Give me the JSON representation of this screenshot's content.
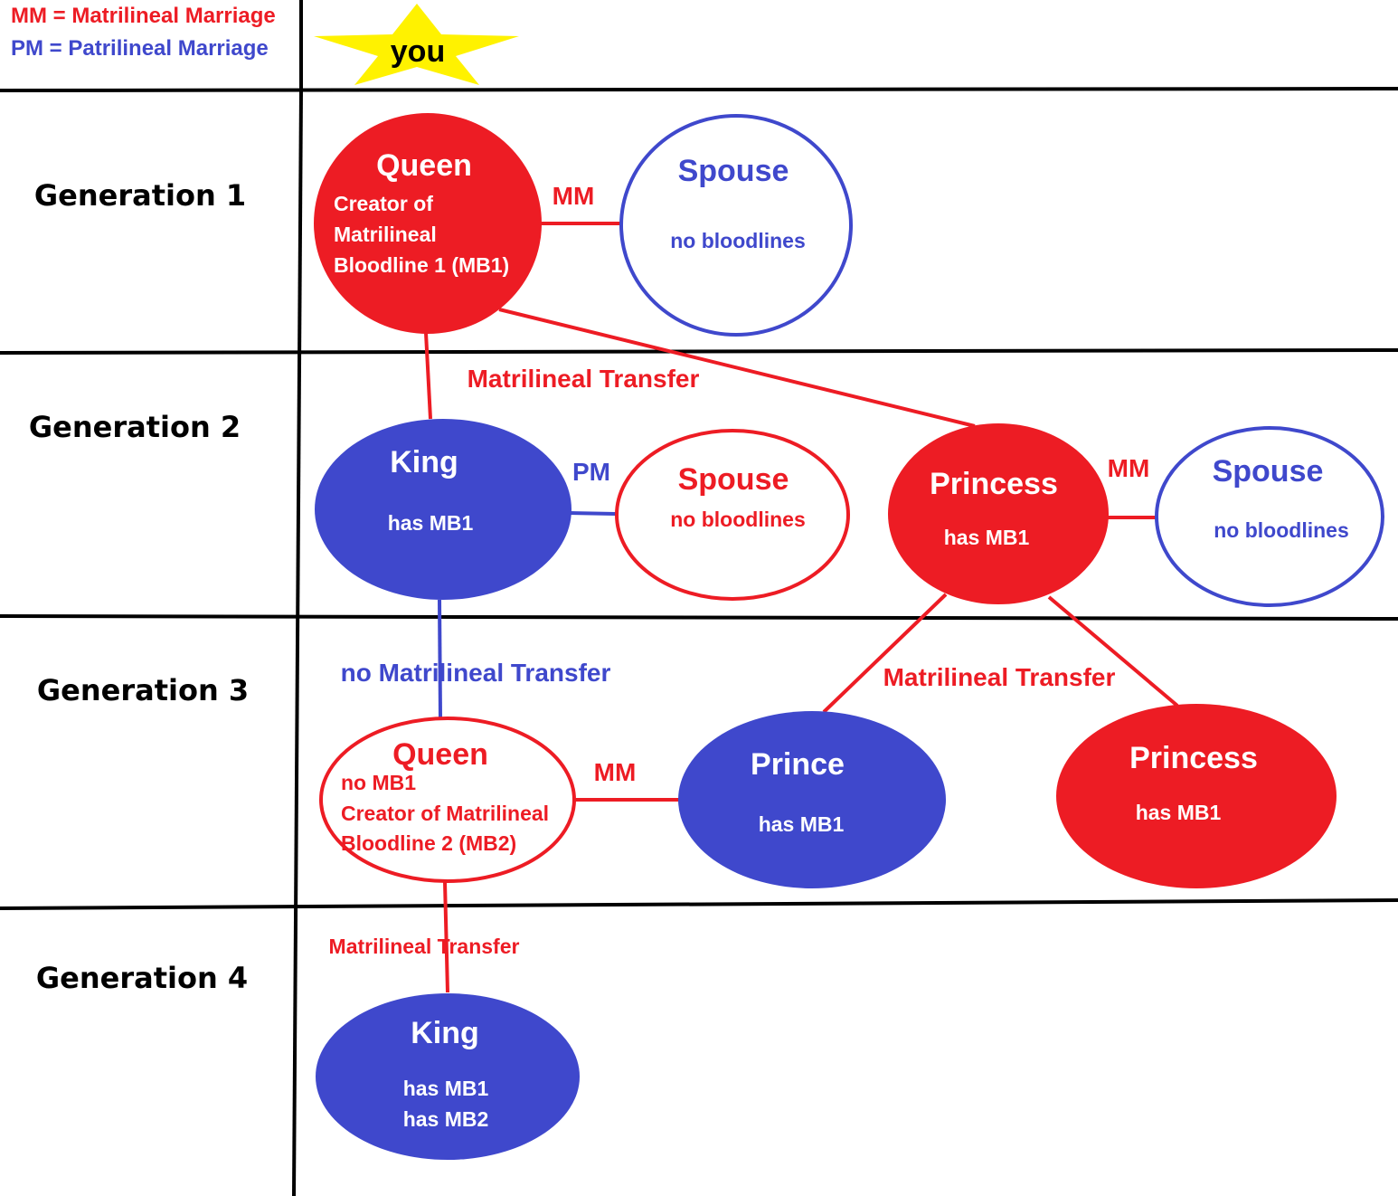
{
  "colors": {
    "red": "#ed1c24",
    "blue": "#3f48cc",
    "black": "#000000",
    "star": "#fff200",
    "white": "#ffffff"
  },
  "legend": {
    "mm": "MM = Matrilineal Marriage",
    "pm": "PM = Patrilineal Marriage"
  },
  "you_marker": {
    "label": "you",
    "icon": "star-icon"
  },
  "generations": [
    {
      "label": "Generation 1"
    },
    {
      "label": "Generation 2"
    },
    {
      "label": "Generation 3"
    },
    {
      "label": "Generation 4"
    }
  ],
  "nodes": {
    "g1_queen": {
      "title": "Queen",
      "lines": [
        "Creator of",
        "Matrilineal",
        "Bloodline 1 (MB1)"
      ],
      "style": "filled-red"
    },
    "g1_spouse": {
      "title": "Spouse",
      "lines": [
        "no bloodlines"
      ],
      "style": "outline-blue"
    },
    "g2_king": {
      "title": "King",
      "lines": [
        "has MB1"
      ],
      "style": "filled-blue"
    },
    "g2_king_spouse": {
      "title": "Spouse",
      "lines": [
        "no bloodlines"
      ],
      "style": "outline-red"
    },
    "g2_princess": {
      "title": "Princess",
      "lines": [
        "has MB1"
      ],
      "style": "filled-red"
    },
    "g2_princess_spouse": {
      "title": "Spouse",
      "lines": [
        "no bloodlines"
      ],
      "style": "outline-blue"
    },
    "g3_queen": {
      "title": "Queen",
      "lines": [
        "no MB1",
        "Creator of Matrilineal",
        "Bloodline 2 (MB2)"
      ],
      "style": "outline-red"
    },
    "g3_prince": {
      "title": "Prince",
      "lines": [
        "has MB1"
      ],
      "style": "filled-blue"
    },
    "g3_princess": {
      "title": "Princess",
      "lines": [
        "has MB1"
      ],
      "style": "filled-red"
    },
    "g4_king": {
      "title": "King",
      "lines": [
        "has MB1",
        "has MB2"
      ],
      "style": "filled-blue"
    }
  },
  "edges": {
    "g1_mm": "MM",
    "g2_pm": "PM",
    "g2_mm": "MM",
    "g3_mm": "MM",
    "g1_transfer": "Matrilineal Transfer",
    "g2_no_transfer": "no Matrilineal Transfer",
    "g2_princess_transfer": "Matrilineal Transfer",
    "g3_transfer": "Matrilineal Transfer"
  }
}
